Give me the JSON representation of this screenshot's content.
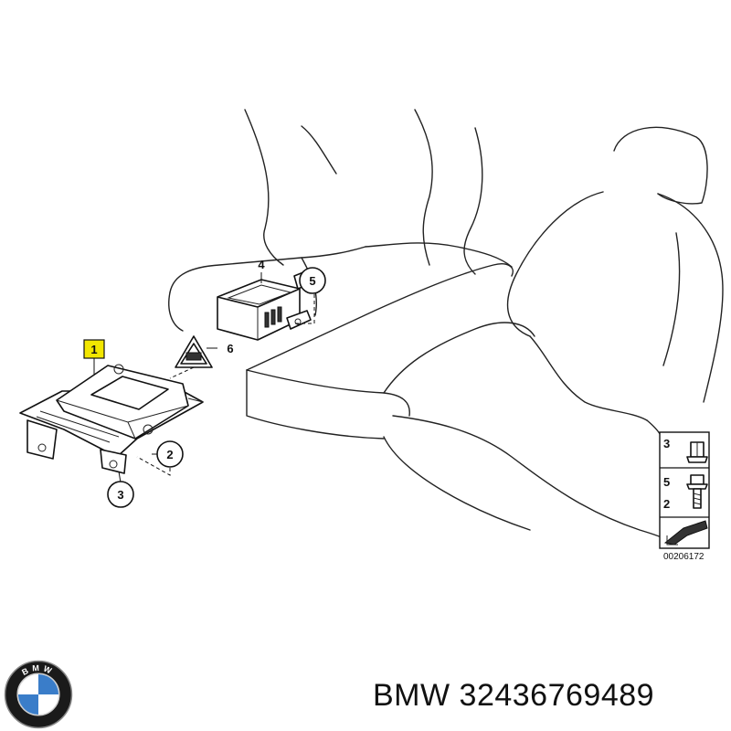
{
  "callouts": {
    "c1": "1",
    "c2": "2",
    "c3": "3",
    "c4": "4",
    "c5": "5",
    "c6": "6"
  },
  "legend": {
    "row1": "3",
    "row2a": "5",
    "row2b": "2"
  },
  "drawing_number": "00206172",
  "caption": {
    "brand": "BMW",
    "part_number": "32436769489"
  },
  "logo": {
    "letters": [
      "B",
      "M",
      "W"
    ]
  },
  "colors": {
    "highlight": "#f2e600",
    "logo_blue": "#3a7dc9",
    "logo_ring": "#1a1a1a"
  }
}
